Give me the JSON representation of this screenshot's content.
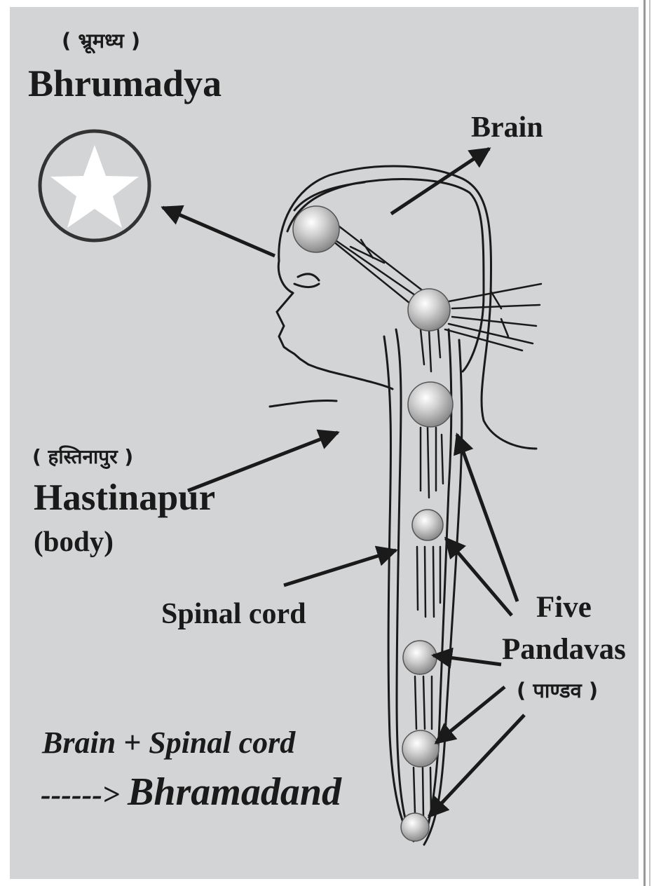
{
  "labels": {
    "bhrumadya_hindi": "( भ्रूमध्य )",
    "bhrumadya": "Bhrumadya",
    "brain": "Brain",
    "hastinapur_hindi": "( हस्तिनापुर )",
    "hastinapur": "Hastinapur",
    "body": "(body)",
    "spinal_cord": "Spinal cord",
    "five": "Five",
    "pandavas": "Pandavas",
    "pandavas_hindi": "( पाण्डव )",
    "formula_line1": "Brain + Spinal cord",
    "formula_line2_arrow": "------>",
    "formula_line2_word": "Bhramadand"
  },
  "colors": {
    "background": "#d3d4d6",
    "ink": "#1a1a1a",
    "star": "#ffffff",
    "sphere": "#b9b9b9"
  },
  "icons": {
    "bhrumadya_symbol": "star-in-circle-icon",
    "chakra": "sphere-icon"
  }
}
